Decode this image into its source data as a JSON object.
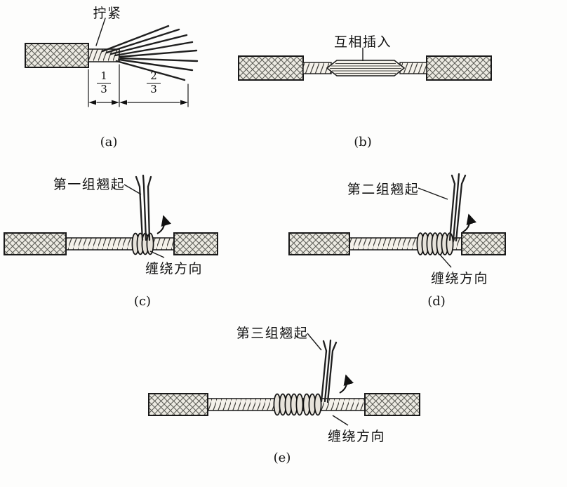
{
  "figure": {
    "background": "#fdfdfc",
    "line_color": "#1a1a1a"
  },
  "panel_a": {
    "caption": "(a)",
    "label_twist": "拧紧",
    "fraction_left": {
      "num": "1",
      "den": "3"
    },
    "fraction_right": {
      "num": "2",
      "den": "3"
    }
  },
  "panel_b": {
    "caption": "(b)",
    "label_insert": "互相插入"
  },
  "panel_c": {
    "caption": "(c)",
    "label_group": "第一组翘起",
    "label_direction": "缠绕方向"
  },
  "panel_d": {
    "caption": "(d)",
    "label_group": "第二组翘起",
    "label_direction": "缠绕方向"
  },
  "panel_e": {
    "caption": "(e)",
    "label_group": "第三组翘起",
    "label_direction": "缠绕方向"
  }
}
